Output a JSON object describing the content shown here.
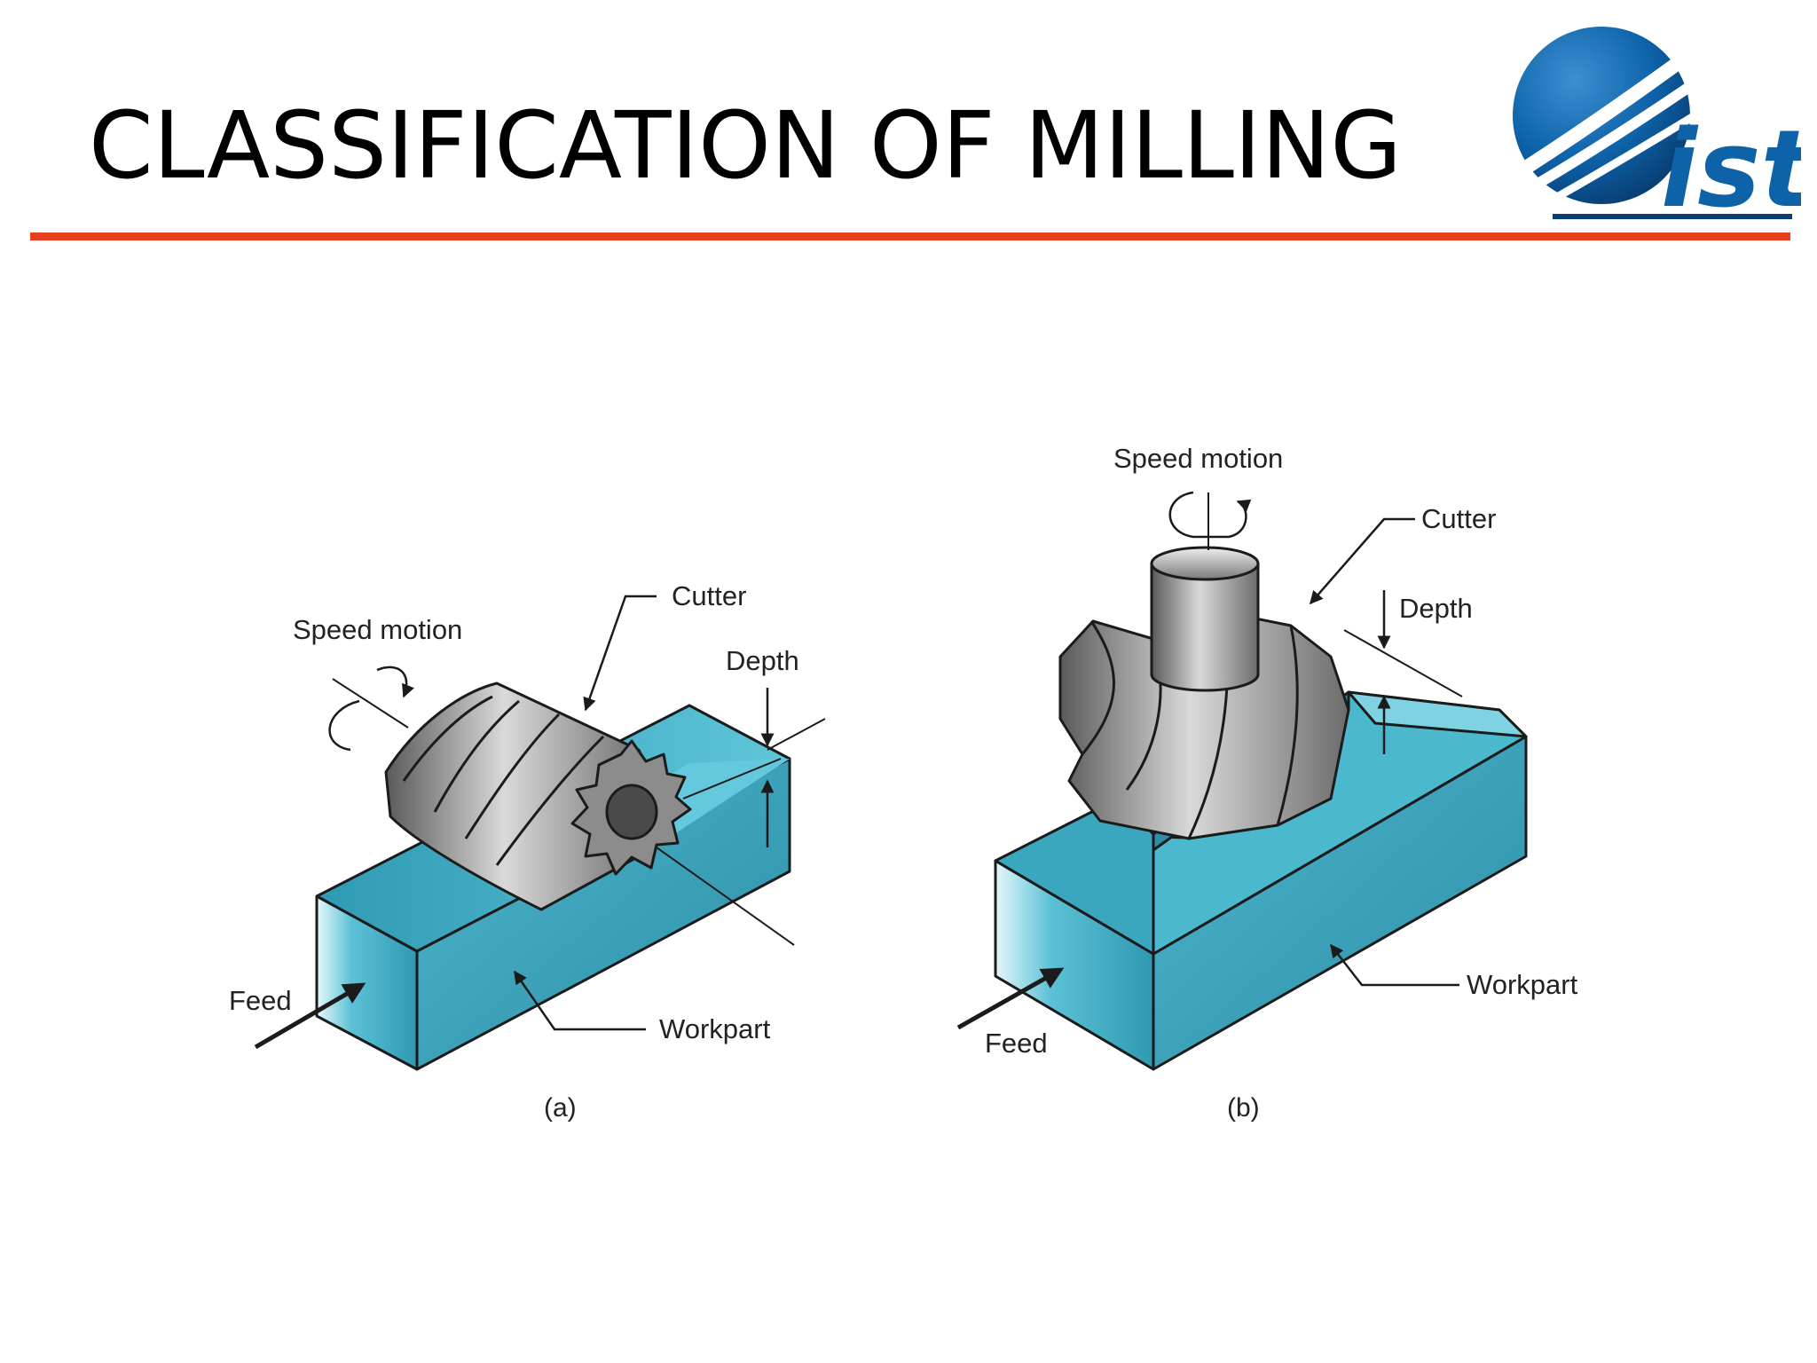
{
  "slide": {
    "title": "CLASSIFICATION OF MILLING",
    "rule_color": "#e8401c"
  },
  "logo": {
    "text": "ist",
    "colors": {
      "primary": "#0d62a8",
      "dark": "#0a3f78"
    }
  },
  "figure": {
    "colors": {
      "workpart": "#3aa7bf",
      "workpart_light": "#8fd3e2",
      "cutter": "#9a9a9a",
      "outline": "#1b1b1b"
    },
    "panel_a": {
      "caption": "(a)",
      "labels": {
        "speed_motion": "Speed motion",
        "cutter": "Cutter",
        "depth": "Depth",
        "feed": "Feed",
        "workpart": "Workpart"
      }
    },
    "panel_b": {
      "caption": "(b)",
      "labels": {
        "speed_motion": "Speed motion",
        "cutter": "Cutter",
        "depth": "Depth",
        "feed": "Feed",
        "workpart": "Workpart"
      }
    }
  }
}
